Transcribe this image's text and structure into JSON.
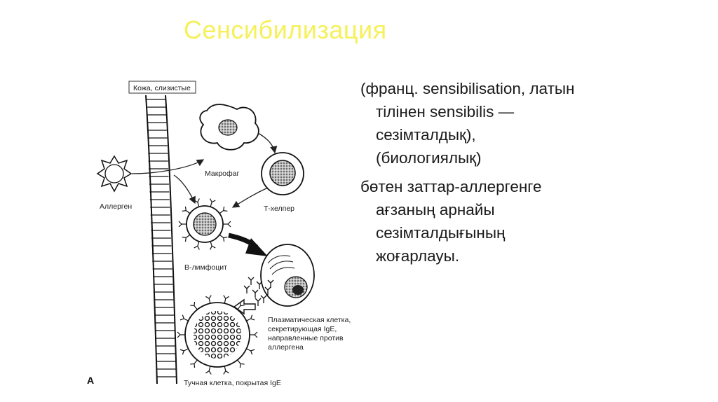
{
  "title": "Сенсибилизация",
  "definition": {
    "lines": [
      "(франц. sensibilisation, латын",
      "тілінен sensibilis —",
      "сезімталдық),",
      "(биологиялық)"
    ]
  },
  "meaning": {
    "lines": [
      "бөтен заттар-аллергенге",
      "ағзаның  арнайы",
      "сезімталдығының",
      "жоғарлауы."
    ]
  },
  "diagram": {
    "labels": {
      "skin": "Кожа, слизистые",
      "allergen": "Аллерген",
      "macrophage": "Макрофаг",
      "t_helper": "Т-хелпер",
      "b_lymphocyte": "В-лимфоцит",
      "plasma_1": "Плазматическая клетка,",
      "plasma_2": "секретирующая IgE,",
      "plasma_3": "направленные против",
      "plasma_4": "аллергена",
      "mast_cell": "Тучная клетка, покрытая IgE",
      "panel_letter": "A"
    }
  }
}
